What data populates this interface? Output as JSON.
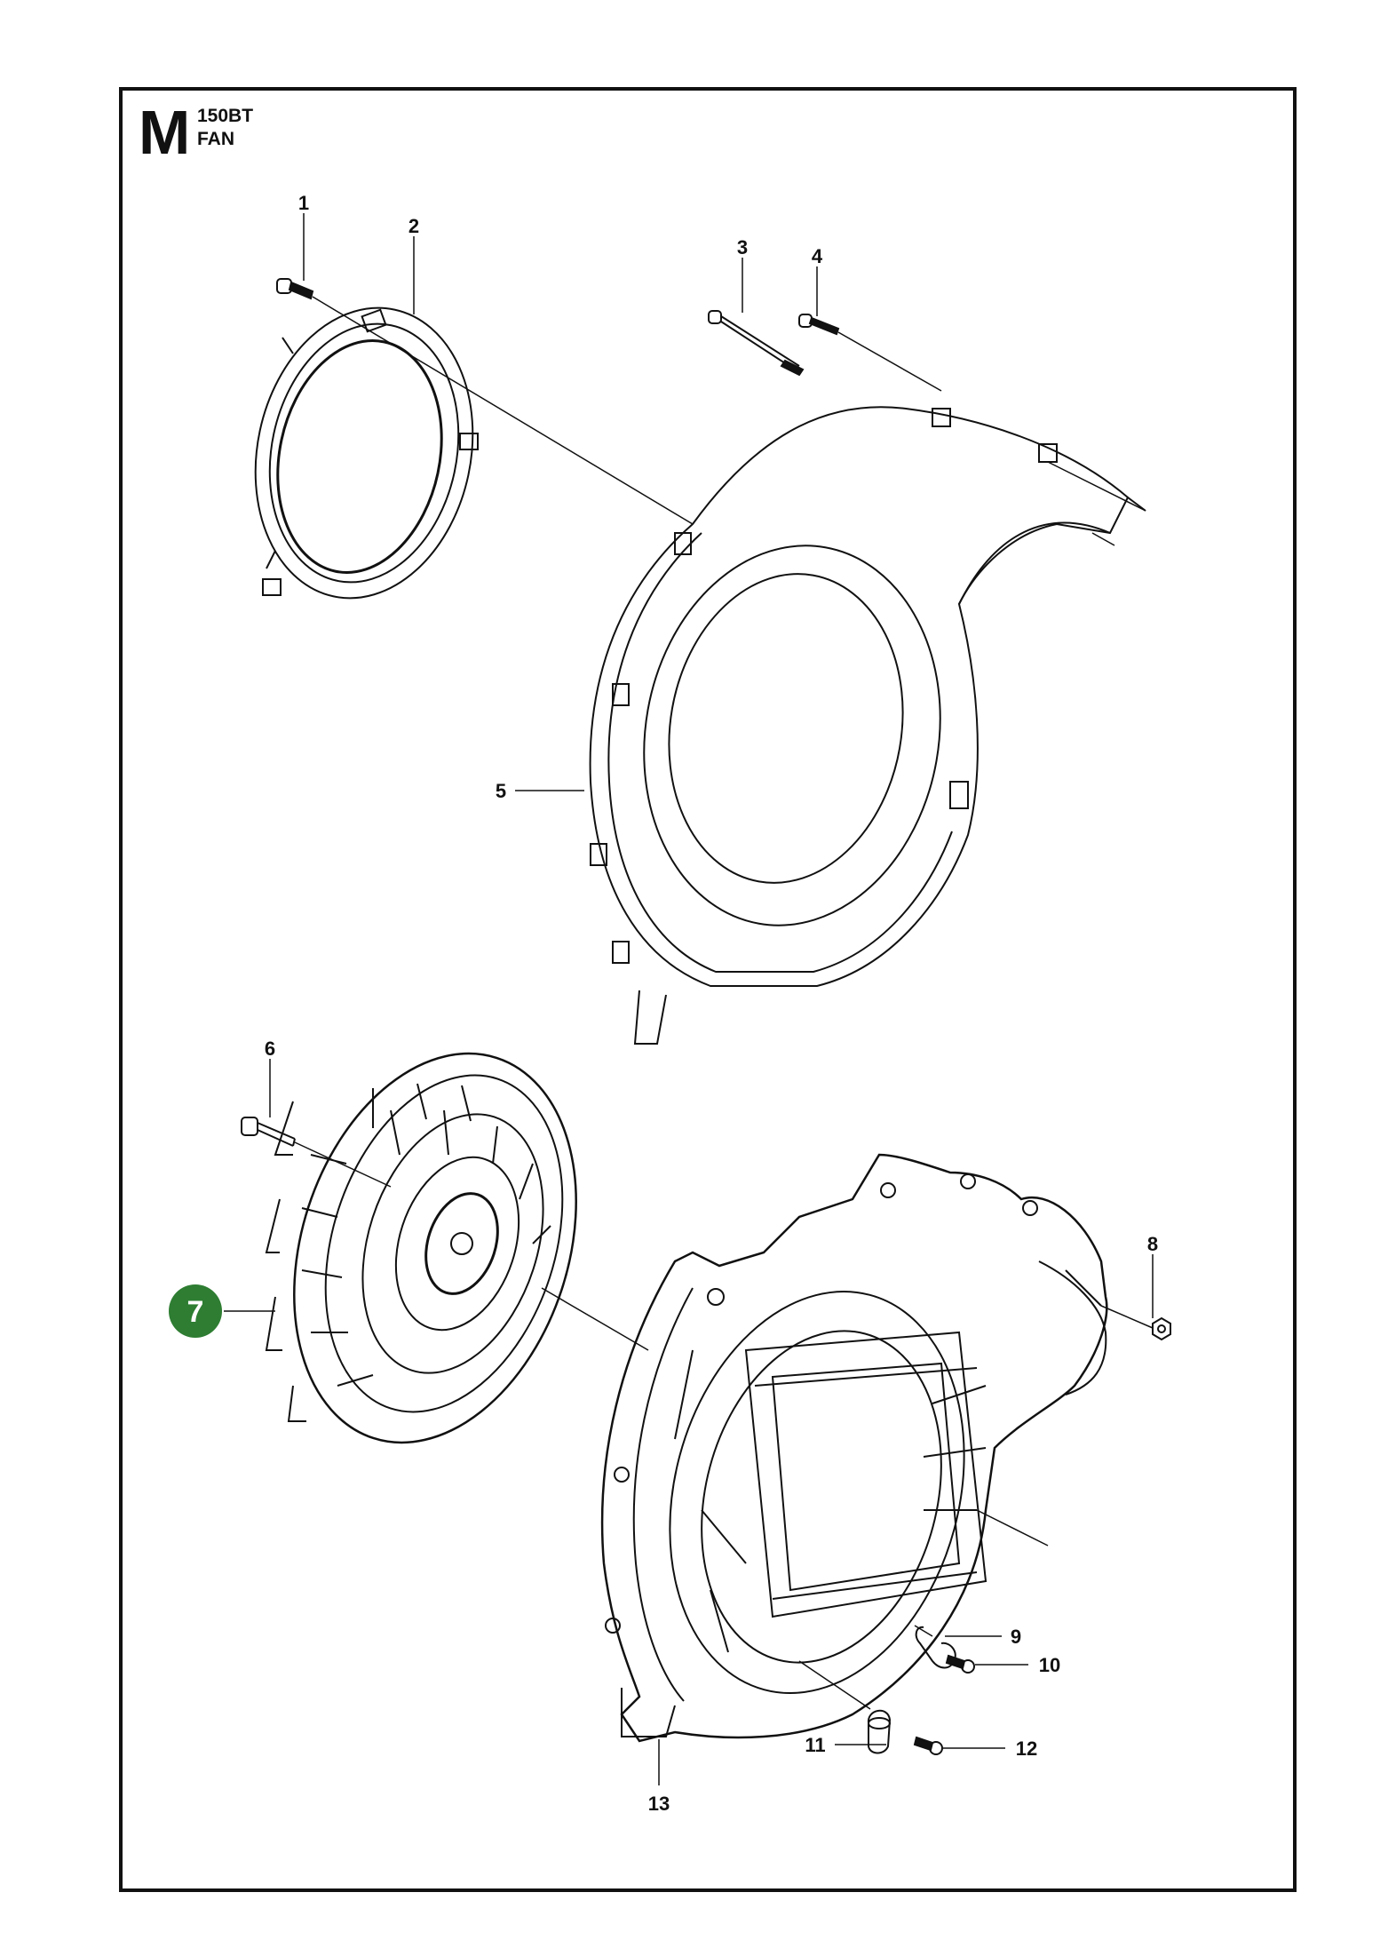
{
  "header": {
    "section_letter": "M",
    "model": "150BT",
    "title": "FAN"
  },
  "callouts": [
    {
      "number": "1",
      "highlighted": false
    },
    {
      "number": "2",
      "highlighted": false
    },
    {
      "number": "3",
      "highlighted": false
    },
    {
      "number": "4",
      "highlighted": false
    },
    {
      "number": "5",
      "highlighted": false
    },
    {
      "number": "6",
      "highlighted": false
    },
    {
      "number": "7",
      "highlighted": true
    },
    {
      "number": "8",
      "highlighted": false
    },
    {
      "number": "9",
      "highlighted": false
    },
    {
      "number": "10",
      "highlighted": false
    },
    {
      "number": "11",
      "highlighted": false
    },
    {
      "number": "12",
      "highlighted": false
    },
    {
      "number": "13",
      "highlighted": false
    }
  ],
  "colors": {
    "highlight": "#2e7d32",
    "line": "#111111",
    "background": "#ffffff"
  }
}
